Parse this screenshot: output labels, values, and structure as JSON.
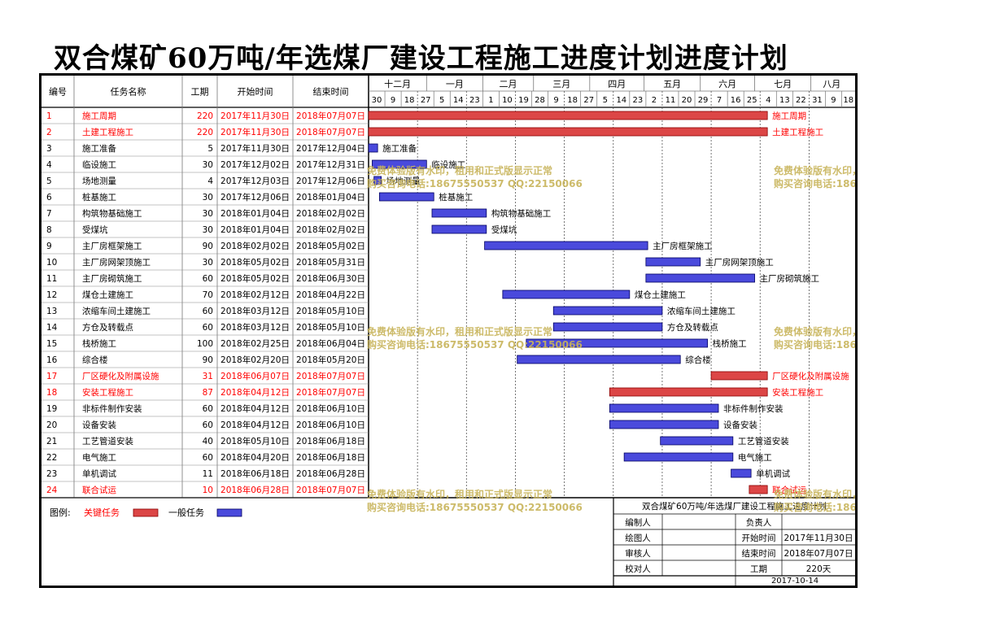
{
  "title": "双合煤矿60万吨/年选煤厂建设工程施工进度计划进度计划",
  "headers": {
    "id": "编号",
    "name": "任务名称",
    "duration": "工期",
    "start": "开始时间",
    "end": "结束时间"
  },
  "months": [
    "十二月",
    "一月",
    "二月",
    "三月",
    "四月",
    "五月",
    "六月",
    "七月",
    "八月"
  ],
  "week_ticks": [
    "30",
    "9",
    "18",
    "27",
    "5",
    "14",
    "23",
    "1",
    "10",
    "19",
    "28",
    "9",
    "18",
    "27",
    "5",
    "14",
    "23",
    "2",
    "11",
    "20",
    "29",
    "7",
    "16",
    "25",
    "4",
    "13",
    "22",
    "31",
    "9",
    "18"
  ],
  "colors": {
    "critical": "#ff0000",
    "critical_fill": "#dc4646",
    "normal_fill": "#4a4adc",
    "watermark": "#c8b45a"
  },
  "chart_data": {
    "type": "gantt",
    "x_axis_type": "date",
    "xlim": [
      "2017-11-30",
      "2018-08-24"
    ],
    "tasks": [
      {
        "id": "1",
        "name": "施工周期",
        "duration": "220",
        "start": "2017年11月30日",
        "end": "2018年07月07日",
        "s": "2017-11-30",
        "e": "2018-07-07",
        "critical": true
      },
      {
        "id": "2",
        "name": "土建工程施工",
        "duration": "220",
        "start": "2017年11月30日",
        "end": "2018年07月07日",
        "s": "2017-11-30",
        "e": "2018-07-07",
        "critical": true
      },
      {
        "id": "3",
        "name": "施工准备",
        "duration": "5",
        "start": "2017年11月30日",
        "end": "2017年12月04日",
        "s": "2017-11-30",
        "e": "2017-12-04",
        "critical": false
      },
      {
        "id": "4",
        "name": "临设施工",
        "duration": "30",
        "start": "2017年12月02日",
        "end": "2017年12月31日",
        "s": "2017-12-02",
        "e": "2017-12-31",
        "critical": false
      },
      {
        "id": "5",
        "name": "场地测量",
        "duration": "4",
        "start": "2017年12月03日",
        "end": "2017年12月06日",
        "s": "2017-12-03",
        "e": "2017-12-06",
        "critical": false
      },
      {
        "id": "6",
        "name": "桩基施工",
        "duration": "30",
        "start": "2017年12月06日",
        "end": "2018年01月04日",
        "s": "2017-12-06",
        "e": "2018-01-04",
        "critical": false
      },
      {
        "id": "7",
        "name": "构筑物基础施工",
        "duration": "30",
        "start": "2018年01月04日",
        "end": "2018年02月02日",
        "s": "2018-01-04",
        "e": "2018-02-02",
        "critical": false
      },
      {
        "id": "8",
        "name": "受煤坑",
        "duration": "30",
        "start": "2018年01月04日",
        "end": "2018年02月02日",
        "s": "2018-01-04",
        "e": "2018-02-02",
        "critical": false
      },
      {
        "id": "9",
        "name": "主厂房框架施工",
        "duration": "90",
        "start": "2018年02月02日",
        "end": "2018年05月02日",
        "s": "2018-02-02",
        "e": "2018-05-02",
        "critical": false
      },
      {
        "id": "10",
        "name": "主厂房网架顶施工",
        "duration": "30",
        "start": "2018年05月02日",
        "end": "2018年05月31日",
        "s": "2018-05-02",
        "e": "2018-05-31",
        "critical": false
      },
      {
        "id": "11",
        "name": "主厂房砌筑施工",
        "duration": "60",
        "start": "2018年05月02日",
        "end": "2018年06月30日",
        "s": "2018-05-02",
        "e": "2018-06-30",
        "critical": false
      },
      {
        "id": "12",
        "name": "煤仓土建施工",
        "duration": "70",
        "start": "2018年02月12日",
        "end": "2018年04月22日",
        "s": "2018-02-12",
        "e": "2018-04-22",
        "critical": false
      },
      {
        "id": "13",
        "name": "浓缩车间土建施工",
        "duration": "60",
        "start": "2018年03月12日",
        "end": "2018年05月10日",
        "s": "2018-03-12",
        "e": "2018-05-10",
        "critical": false
      },
      {
        "id": "14",
        "name": "方仓及转载点",
        "duration": "60",
        "start": "2018年03月12日",
        "end": "2018年05月10日",
        "s": "2018-03-12",
        "e": "2018-05-10",
        "critical": false
      },
      {
        "id": "15",
        "name": "栈桥施工",
        "duration": "100",
        "start": "2018年02月25日",
        "end": "2018年06月04日",
        "s": "2018-02-25",
        "e": "2018-06-04",
        "critical": false
      },
      {
        "id": "16",
        "name": "综合楼",
        "duration": "90",
        "start": "2018年02月20日",
        "end": "2018年05月20日",
        "s": "2018-02-20",
        "e": "2018-05-20",
        "critical": false
      },
      {
        "id": "17",
        "name": "厂区硬化及附属设施",
        "duration": "31",
        "start": "2018年06月07日",
        "end": "2018年07月07日",
        "s": "2018-06-07",
        "e": "2018-07-07",
        "critical": true
      },
      {
        "id": "18",
        "name": "安装工程施工",
        "duration": "87",
        "start": "2018年04月12日",
        "end": "2018年07月07日",
        "s": "2018-04-12",
        "e": "2018-07-07",
        "critical": true
      },
      {
        "id": "19",
        "name": "非标件制作安装",
        "duration": "60",
        "start": "2018年04月12日",
        "end": "2018年06月10日",
        "s": "2018-04-12",
        "e": "2018-06-10",
        "critical": false
      },
      {
        "id": "20",
        "name": "设备安装",
        "duration": "60",
        "start": "2018年04月12日",
        "end": "2018年06月10日",
        "s": "2018-04-12",
        "e": "2018-06-10",
        "critical": false
      },
      {
        "id": "21",
        "name": "工艺管道安装",
        "duration": "40",
        "start": "2018年05月10日",
        "end": "2018年06月18日",
        "s": "2018-05-10",
        "e": "2018-06-18",
        "critical": false
      },
      {
        "id": "22",
        "name": "电气施工",
        "duration": "60",
        "start": "2018年04月20日",
        "end": "2018年06月18日",
        "s": "2018-04-20",
        "e": "2018-06-18",
        "critical": false
      },
      {
        "id": "23",
        "name": "单机调试",
        "duration": "11",
        "start": "2018年06月18日",
        "end": "2018年06月28日",
        "s": "2018-06-18",
        "e": "2018-06-28",
        "critical": false
      },
      {
        "id": "24",
        "name": "联合试运",
        "duration": "10",
        "start": "2018年06月28日",
        "end": "2018年07月07日",
        "s": "2018-06-28",
        "e": "2018-07-07",
        "critical": true
      }
    ]
  },
  "legend": {
    "label": "图例:",
    "critical": "关键任务",
    "normal": "一般任务"
  },
  "info": {
    "title": "双合煤矿60万吨/年选煤厂建设工程施工进度计划",
    "compiler": "编制人",
    "responsible": "负责人",
    "drawer": "绘图人",
    "start_label": "开始时间",
    "start_value": "2017年11月30日",
    "reviewer": "审核人",
    "end_label": "结束时间",
    "end_value": "2018年07月07日",
    "checker": "校对人",
    "duration_label": "工期",
    "duration_value": "220天",
    "date": "2017-10-14"
  },
  "watermark": {
    "line1": "免费体验版有水印，租用和正式版显示正常",
    "line2": "购买咨询电话:18675550537 QQ:22150066"
  }
}
